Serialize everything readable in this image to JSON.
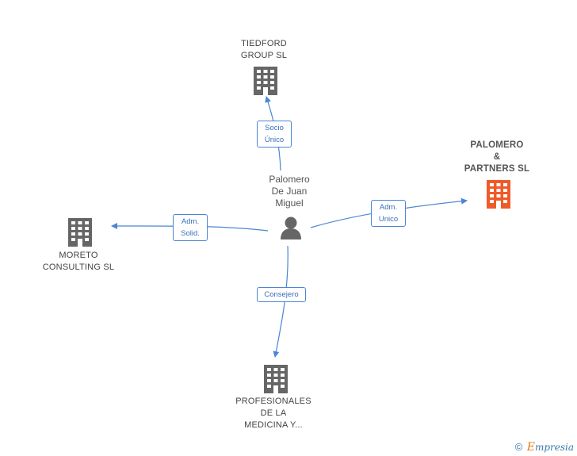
{
  "nodes": {
    "tiedford": {
      "label": "TIEDFORD\nGROUP  SL",
      "icon": "building-icon",
      "color": "#666666"
    },
    "palomero_partners": {
      "label": "PALOMERO\n&\nPARTNERS SL",
      "icon": "building-icon",
      "color": "#f05a28"
    },
    "moreto": {
      "label": "MORETO\nCONSULTING  SL",
      "icon": "building-icon",
      "color": "#666666"
    },
    "profesionales": {
      "label": "PROFESIONALES\nDE LA\nMEDICINA Y...",
      "icon": "building-icon",
      "color": "#666666"
    },
    "person": {
      "label": "Palomero\nDe Juan\nMiguel",
      "icon": "person-icon",
      "color": "#666666"
    }
  },
  "edges": {
    "socio_unico": "Socio\nÚnico",
    "adm_unico": "Adm.\nUnico",
    "adm_solid": "Adm.\nSolid.",
    "consejero": "Consejero"
  },
  "colors": {
    "edge": "#4a86d4",
    "company": "#666666",
    "highlight": "#f05a28"
  },
  "brand": {
    "copyright": "©",
    "e": "E",
    "rest": "mpresia"
  }
}
